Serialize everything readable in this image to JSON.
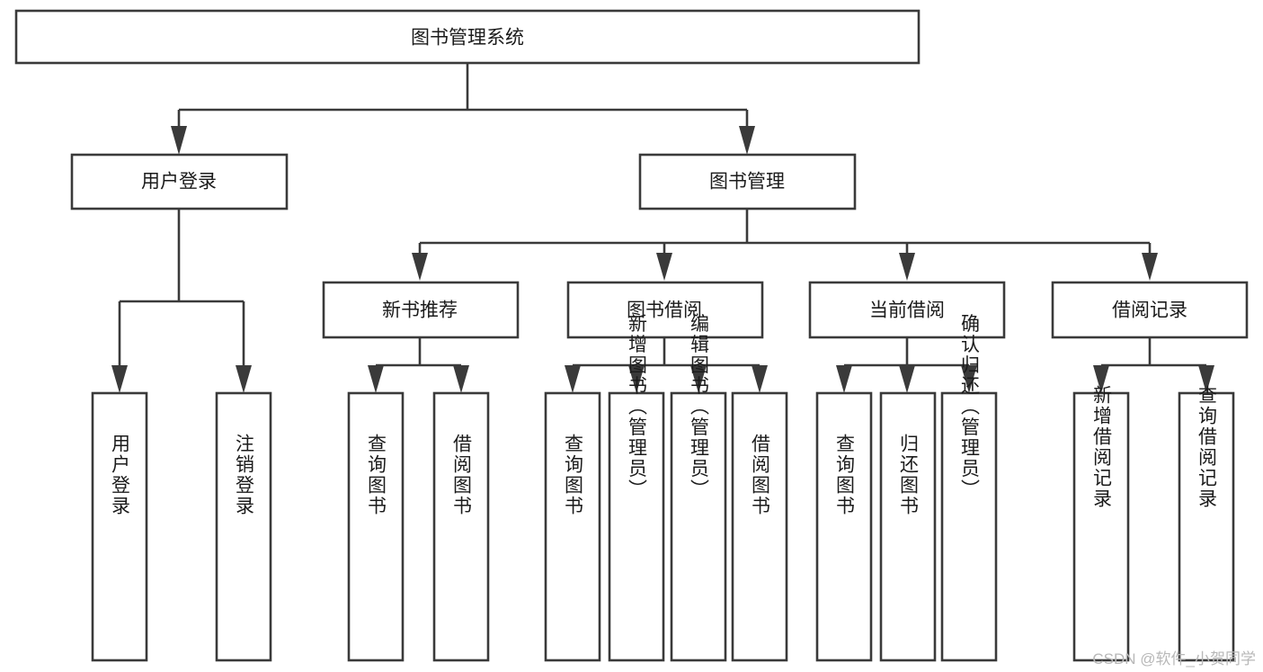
{
  "diagram": {
    "type": "tree-hierarchy",
    "title": "图书管理系统",
    "watermark": "CSDN @软件_小贺同学",
    "colors": {
      "stroke": "#3a3a3a",
      "box_fill": "#ffffff",
      "text": "#1b1b1b",
      "background": "#ffffff",
      "watermark": "#b8b8b8"
    },
    "root": {
      "label": "图书管理系统"
    },
    "level1": [
      {
        "label": "用户登录"
      },
      {
        "label": "图书管理"
      }
    ],
    "level2": [
      {
        "label": "新书推荐"
      },
      {
        "label": "图书借阅"
      },
      {
        "label": "当前借阅"
      },
      {
        "label": "借阅记录"
      }
    ],
    "leaves": {
      "user_login": [
        {
          "label": "用户登录"
        },
        {
          "label": "注销登录"
        }
      ],
      "new_book_recommend": [
        {
          "label": "查询图书"
        },
        {
          "label": "借阅图书"
        }
      ],
      "book_borrow": [
        {
          "label": "查询图书"
        },
        {
          "label": "新增图书（管理员）"
        },
        {
          "label": "编辑图书（管理员）"
        },
        {
          "label": "借阅图书"
        }
      ],
      "current_borrow": [
        {
          "label": "查询图书"
        },
        {
          "label": "归还图书"
        },
        {
          "label": "确认归还（管理员）"
        }
      ],
      "borrow_record": [
        {
          "label": "新增借阅记录"
        },
        {
          "label": "查询借阅记录"
        }
      ]
    }
  }
}
